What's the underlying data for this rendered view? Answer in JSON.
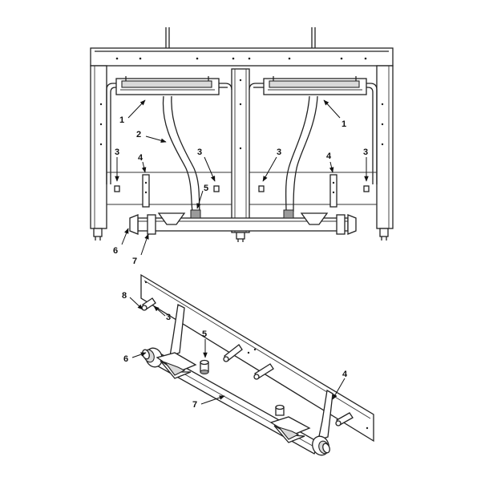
{
  "callouts": {
    "upper": [
      {
        "id": "u1a",
        "label": "1"
      },
      {
        "id": "u1b",
        "label": "1"
      },
      {
        "id": "u2",
        "label": "2"
      },
      {
        "id": "u3a",
        "label": "3"
      },
      {
        "id": "u3b",
        "label": "3"
      },
      {
        "id": "u3c",
        "label": "3"
      },
      {
        "id": "u3d",
        "label": "3"
      },
      {
        "id": "u4a",
        "label": "4"
      },
      {
        "id": "u4b",
        "label": "4"
      },
      {
        "id": "u5",
        "label": "5"
      },
      {
        "id": "u6",
        "label": "6"
      },
      {
        "id": "u7",
        "label": "7"
      }
    ],
    "lower": [
      {
        "id": "l8",
        "label": "8"
      },
      {
        "id": "l3",
        "label": "3"
      },
      {
        "id": "l5",
        "label": "5"
      },
      {
        "id": "l6",
        "label": "6"
      },
      {
        "id": "l4",
        "label": "4"
      },
      {
        "id": "l7",
        "label": "7"
      }
    ]
  }
}
